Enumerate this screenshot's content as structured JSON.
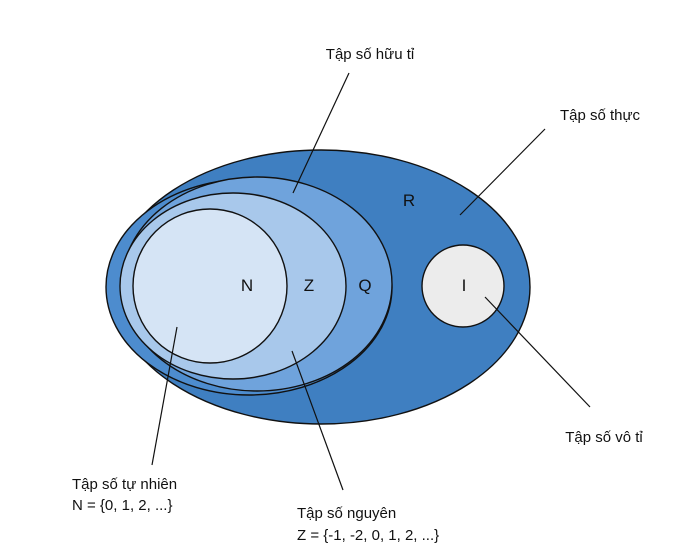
{
  "sets": {
    "real": {
      "letter": "R",
      "label": "Tập số thực",
      "color": "#3f7fc1"
    },
    "rational": {
      "letter": "Q",
      "label": "Tập số hữu tỉ",
      "color": "#6fa3dc"
    },
    "integer": {
      "letter": "Z",
      "label_line1": "Tập số nguyên",
      "label_line2": "Z = {-1, -2, 0, 1, 2, ...}",
      "color": "#a8c8eb"
    },
    "natural": {
      "letter": "N",
      "label_line1": "Tập số tự nhiên",
      "label_line2": "N = {0, 1, 2, ...}",
      "color": "#d5e4f5"
    },
    "irrational": {
      "letter": "I",
      "label": "Tập số vô tỉ",
      "color": "#ececec"
    }
  },
  "ring_color": "#4d8cce",
  "outline_color": "#111111"
}
